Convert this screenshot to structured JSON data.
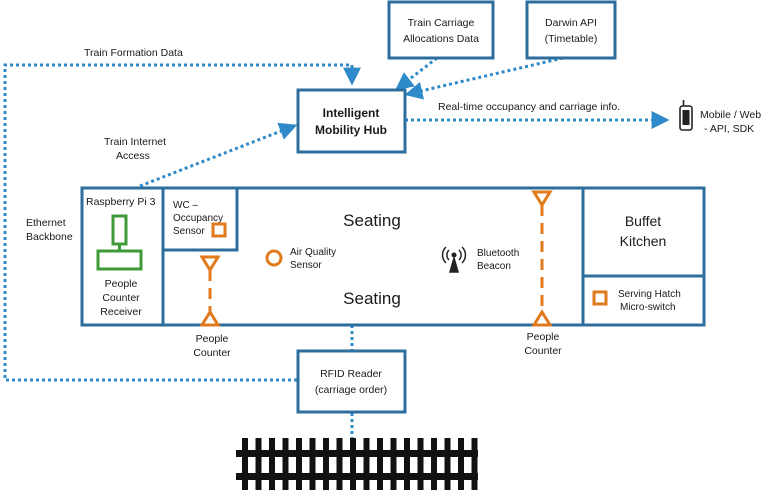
{
  "colors": {
    "box_blue": "#2e6e9e",
    "link_blue": "#2f8ac9",
    "sensor_orange": "#e07a1c",
    "pi_green": "#3f9b3a",
    "track_black": "#111111"
  },
  "labels": {
    "train_formation": "Train Formation Data",
    "carriage_alloc_1": "Train Carriage",
    "carriage_alloc_2": "Allocations Data",
    "darwin_1": "Darwin API",
    "darwin_2": "(Timetable)",
    "hub_1": "Intelligent",
    "hub_2": "Mobility Hub",
    "realtime": "Real-time occupancy and carriage info.",
    "mobile_1": "Mobile / Web",
    "mobile_2": "- API, SDK",
    "internet_1": "Train Internet",
    "internet_2": "Access",
    "ethernet_1": "Ethernet",
    "ethernet_2": "Backbone",
    "pi": "Raspberry Pi 3",
    "counter_rx_1": "People",
    "counter_rx_2": "Counter",
    "counter_rx_3": "Receiver",
    "wc_1": "WC –",
    "wc_2": "Occupancy",
    "wc_3": "Sensor",
    "seating_top": "Seating",
    "seating_bottom": "Seating",
    "air_1": "Air Quality",
    "air_2": "Sensor",
    "bt_1": "Bluetooth",
    "bt_2": "Beacon",
    "buffet_1": "Buffet",
    "buffet_2": "Kitchen",
    "hatch_1": "Serving Hatch",
    "hatch_2": "Micro-switch",
    "counter_left_1": "People",
    "counter_left_2": "Counter",
    "counter_right_1": "People",
    "counter_right_2": "Counter",
    "rfid_1": "RFID Reader",
    "rfid_2": "(carriage order)"
  },
  "icons": {
    "mobile": "mobile-phone-icon",
    "beacon": "bluetooth-beacon-icon",
    "pi_board": "raspberry-pi-icon",
    "track": "railway-track-icon"
  }
}
